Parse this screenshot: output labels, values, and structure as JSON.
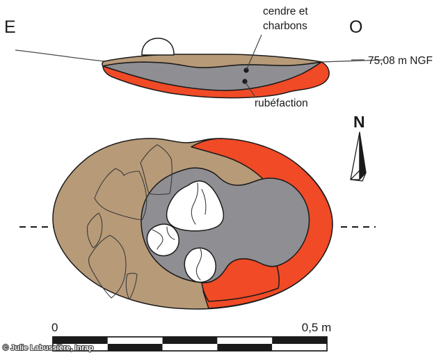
{
  "figure": {
    "type": "archaeological-section-and-plan",
    "caption_credit": "© Julie Labussière, Inrap"
  },
  "section": {
    "direction_left": "E",
    "direction_right": "O",
    "elevation_label": "75,08 m NGF",
    "annotations": [
      {
        "id": "ash",
        "label": "cendre et\ncharbons",
        "line1": "cendre et",
        "line2": "charbons"
      },
      {
        "id": "rubefaction",
        "label": "rubéfaction"
      }
    ]
  },
  "plan": {
    "section_line_style": "dashed"
  },
  "compass": {
    "north_label": "N"
  },
  "scale": {
    "min_label": "0",
    "max_label": "0,5 m",
    "segments": 5,
    "unit": "m"
  },
  "colors": {
    "fill_sediment": "#b79a78",
    "fill_ash_grey": "#8e8e93",
    "fill_rubefaction_red": "#f04a26",
    "fill_terracotta": "#c85a3c",
    "fill_stone_white": "#ffffff",
    "outline": "#1a1a1a",
    "background": "#ffffff",
    "scalebar_dark": "#1a1a1a"
  }
}
